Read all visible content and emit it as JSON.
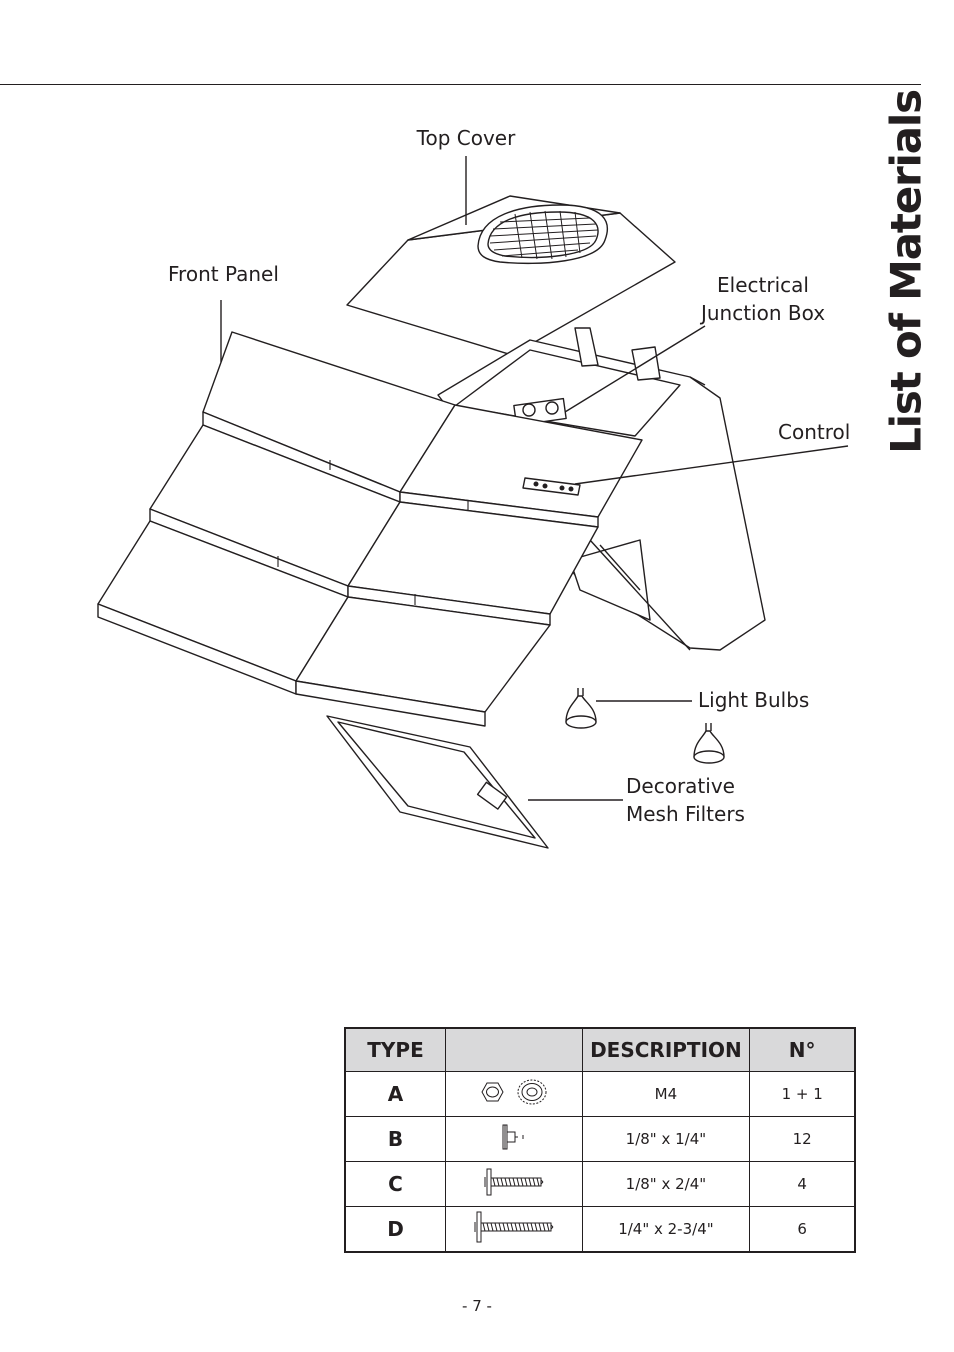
{
  "page": {
    "title": "List of Materials",
    "page_number": "- 7 -"
  },
  "labels": {
    "top_cover": "Top Cover",
    "front_panel": "Front Panel",
    "electrical_line1": "Electrical",
    "electrical_line2": "Junction Box",
    "control": "Control",
    "light_bulbs": "Light Bulbs",
    "mesh_line1": "Decorative",
    "mesh_line2": "Mesh Filters"
  },
  "table": {
    "headers": {
      "type": "TYPE",
      "image": "",
      "description": "DESCRIPTION",
      "qty": "N°"
    },
    "rows": [
      {
        "type": "A",
        "icon": "nut-and-lock-washer-icon",
        "description": "M4",
        "qty": "1 + 1"
      },
      {
        "type": "B",
        "icon": "short-screw-icon",
        "description": "1/8\" x 1/4\"",
        "qty": "12"
      },
      {
        "type": "C",
        "icon": "medium-screw-icon",
        "description": "1/8\" x 2/4\"",
        "qty": "4"
      },
      {
        "type": "D",
        "icon": "long-screw-icon",
        "description": "1/4\"  x  2-3/4\"",
        "qty": "6"
      }
    ]
  }
}
